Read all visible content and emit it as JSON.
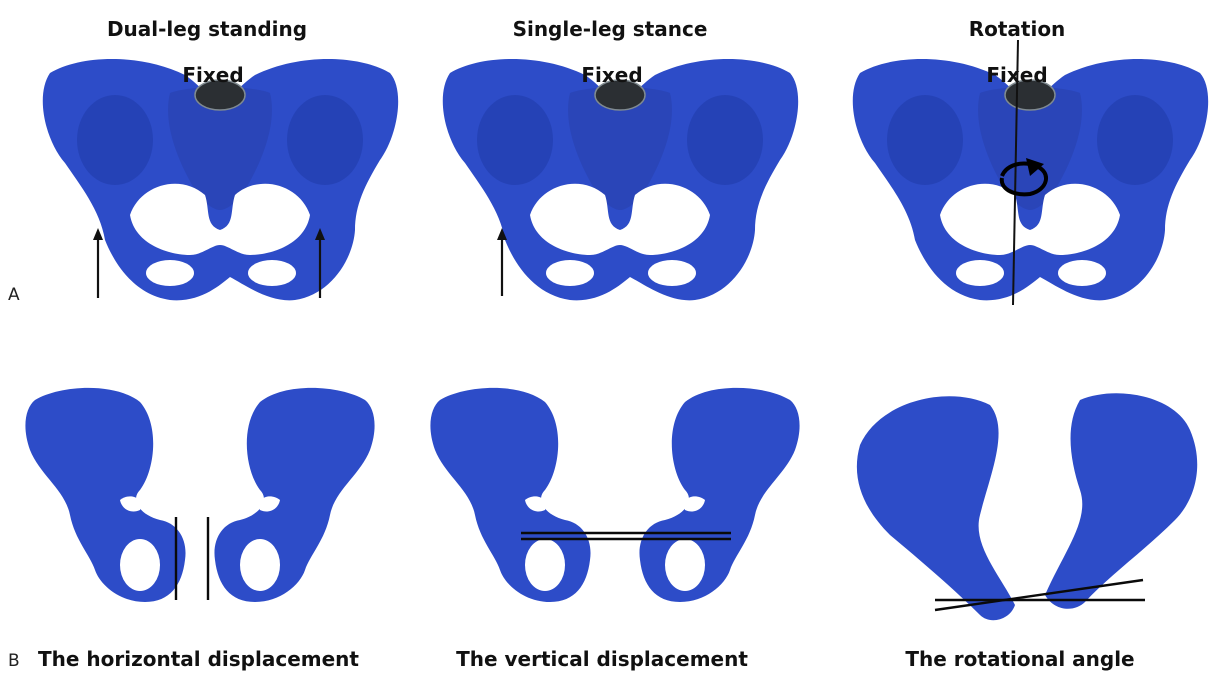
{
  "colors": {
    "bone": "#2d4cc8",
    "plate": "#2b2f33"
  },
  "panel_labels": {
    "a": "A",
    "b": "B"
  },
  "top": {
    "titles": [
      "Dual-leg standing",
      "Single-leg stance",
      "Rotation"
    ],
    "fixed_label": "Fixed"
  },
  "bottom": {
    "captions": [
      "The horizontal displacement",
      "The vertical displacement",
      "The rotational angle"
    ]
  }
}
